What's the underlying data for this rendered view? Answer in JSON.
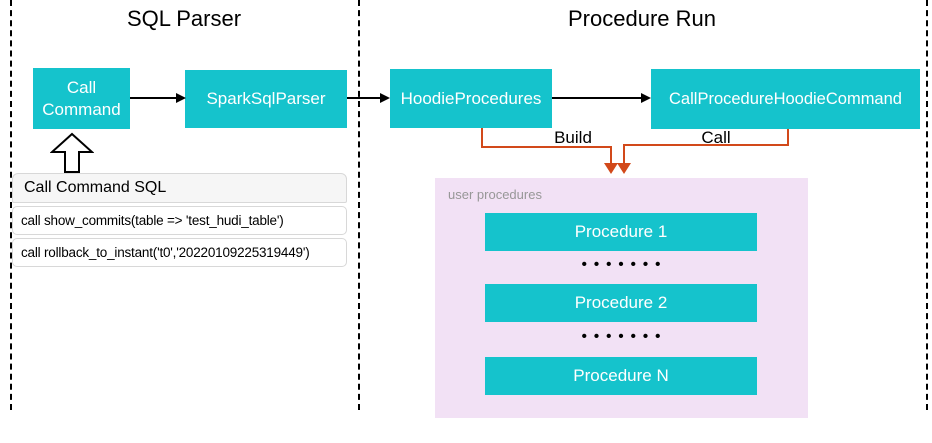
{
  "titles": {
    "left": "SQL Parser",
    "right": "Procedure Run"
  },
  "colors": {
    "teal": "#15c3cc",
    "orange": "#d2491a",
    "lavender": "#f2e1f5",
    "gray_label": "#979797"
  },
  "sql_parser": {
    "call_command": "Call Command",
    "spark_sql_parser": "SparkSqlParser",
    "sql_panel": {
      "header": "Call Command SQL",
      "rows": [
        "call show_commits(table => 'test_hudi_table')",
        "call rollback_to_instant('t0','20220109225319449')"
      ]
    }
  },
  "procedure_run": {
    "hoodie_procedures": "HoodieProcedures",
    "call_procedure_hoodie_command": "CallProcedureHoodieCommand",
    "build_label": "Build",
    "call_label": "Call",
    "user_procedures": {
      "label": "user procedures",
      "items": [
        "Procedure 1",
        "Procedure 2",
        "Procedure N"
      ],
      "dots": "•••••••"
    }
  }
}
